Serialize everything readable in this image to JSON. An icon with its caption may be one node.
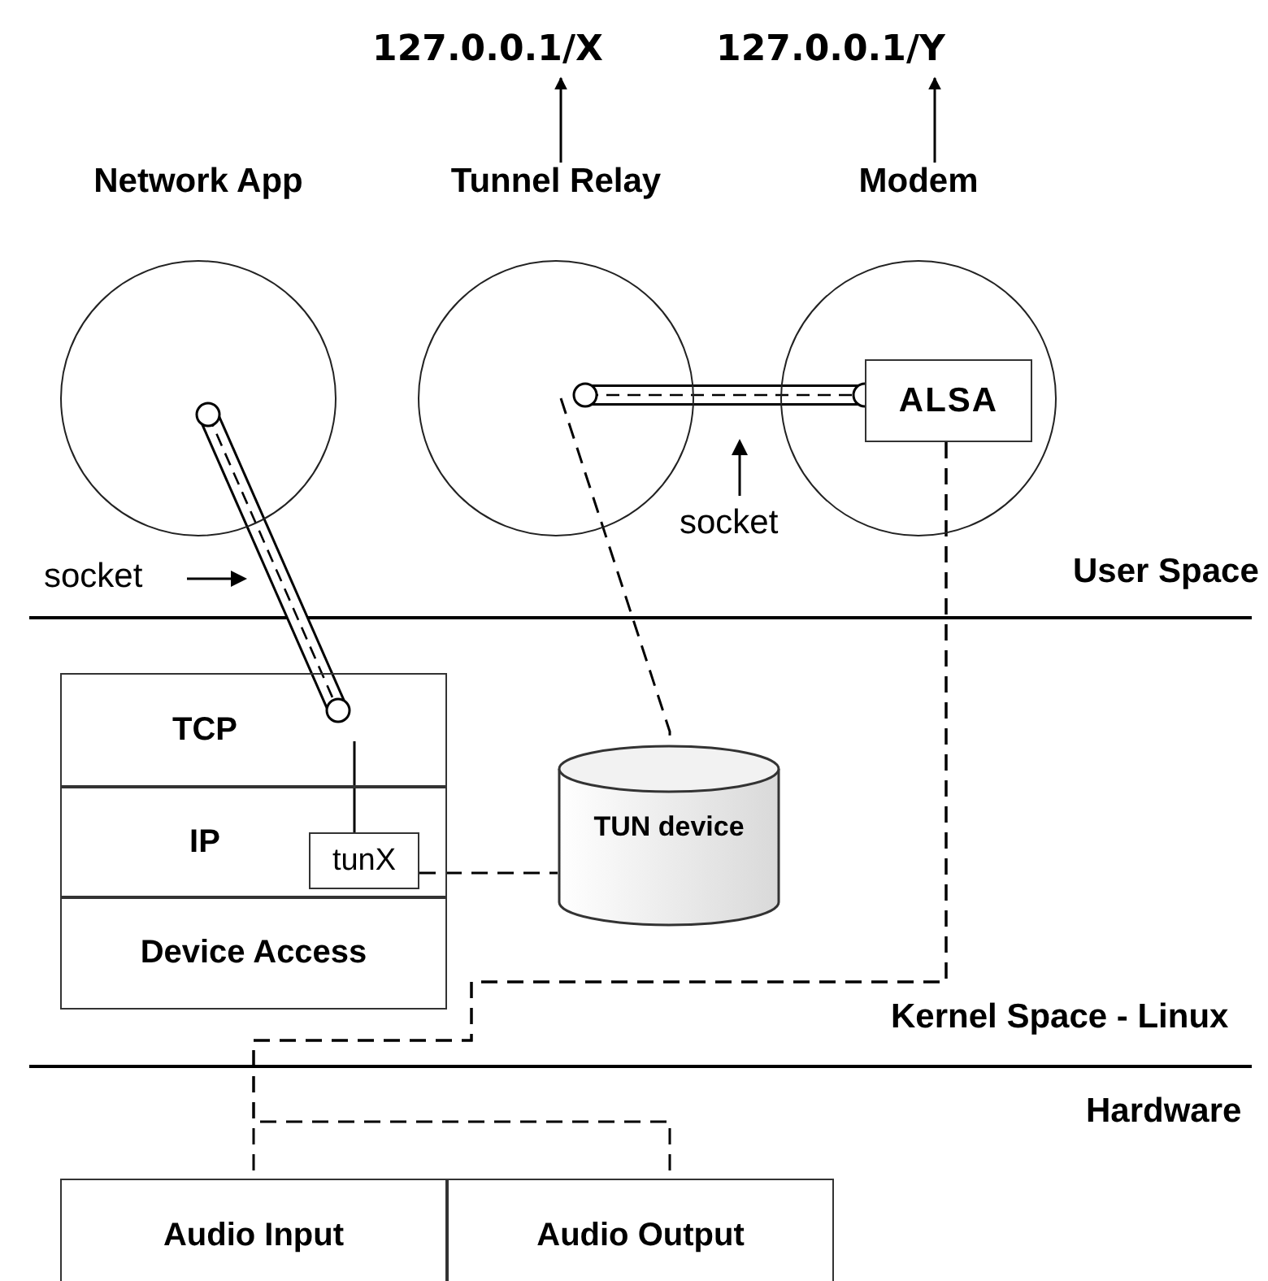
{
  "diagram": {
    "nodes": [
      {
        "text": [
          "127.0.0.1/X"
        ]
      },
      {
        "text": [
          "127.0.0.1/Y"
        ]
      },
      {
        "text": [
          "Network App"
        ]
      },
      {
        "text": [
          "Tunnel Relay"
        ]
      },
      {
        "text": [
          "Modem"
        ]
      },
      {
        "text": [
          "ALSA"
        ],
        "in": 4
      },
      {
        "text": [
          "TCP"
        ]
      },
      {
        "text": [
          "IP"
        ]
      },
      {
        "text": [
          "tunX"
        ],
        "in": 7
      },
      {
        "text": [
          "Device Access"
        ]
      },
      {
        "text": [
          "TUN device"
        ]
      },
      {
        "text": [
          "Audio Input"
        ]
      },
      {
        "text": [
          "Audio Output"
        ]
      }
    ],
    "edges": [
      {
        "from": 3,
        "to": 0,
        "arrow": "to"
      },
      {
        "from": 4,
        "to": 1,
        "arrow": "to"
      },
      {
        "from": 2,
        "to": 6,
        "arrow": "other",
        "style": "thick"
      },
      {
        "from": 3,
        "to": 5,
        "arrow": "other",
        "style": "thick"
      },
      {
        "from": 6,
        "to": 8,
        "arrow": "none"
      },
      {
        "from": 8,
        "to": 10,
        "arrow": "none",
        "style": "dashed"
      },
      {
        "from": 3,
        "to": 10,
        "arrow": "none",
        "style": "dashed"
      },
      {
        "from": 5,
        "to": 11,
        "arrow": "none",
        "style": "dashed"
      },
      {
        "from": 5,
        "to": 12,
        "arrow": "none",
        "style": "dashed"
      }
    ],
    "labels": [
      "socket",
      "socket",
      "User Space",
      "Kernel Space - Linux",
      "Hardware"
    ]
  }
}
